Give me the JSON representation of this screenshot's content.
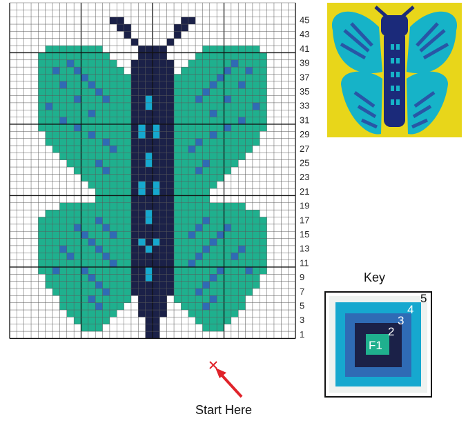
{
  "pattern": {
    "columns": 40,
    "rows": 47,
    "row_labels": [
      "1",
      "3",
      "5",
      "7",
      "9",
      "11",
      "13",
      "15",
      "17",
      "19",
      "21",
      "23",
      "25",
      "27",
      "29",
      "31",
      "33",
      "35",
      "37",
      "39",
      "41",
      "43",
      "45"
    ],
    "start_label": "Start Here"
  },
  "key": {
    "title": "Key",
    "numbers": [
      "1",
      "2",
      "3",
      "4",
      "5"
    ],
    "fabric_label_prefix": "F",
    "colors": {
      "1": "#1fb08e",
      "2": "#1b2148",
      "3": "#2f6bb5",
      "4": "#16a8cf",
      "5": "#ffffff"
    }
  },
  "colors": {
    "grid_line": "#555555",
    "major_grid": "#111111",
    "marker": "#e0232a"
  }
}
